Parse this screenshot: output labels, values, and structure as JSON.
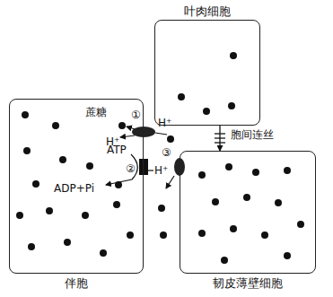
{
  "diagram": {
    "nodes": [
      {
        "text": [
          "叶肉细胞"
        ]
      },
      {
        "text": [
          "伴胞"
        ]
      },
      {
        "text": [
          "韧皮薄壁细胞"
        ]
      }
    ],
    "edges": [
      {
        "from": 0,
        "to": 2,
        "arrow": "to"
      }
    ],
    "labels": [
      "胞间连丝",
      "蔗糖",
      "①",
      "H⁺",
      "H⁺",
      "ATP",
      "②",
      "H⁺",
      "③",
      "ADP+Pi"
    ]
  }
}
